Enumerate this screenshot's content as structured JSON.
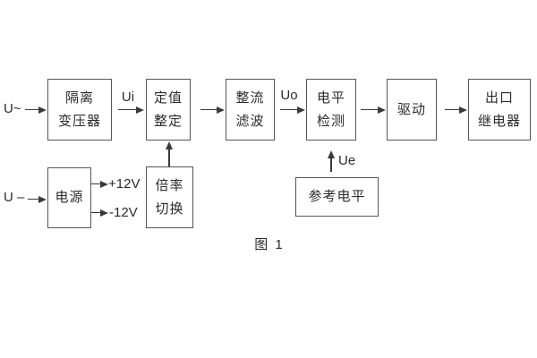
{
  "figure": {
    "caption": "图 1",
    "colors": {
      "line": "#3a3a3a",
      "border": "#565656",
      "text": "#2b2b2b",
      "background": "#ffffff"
    }
  },
  "blocks": [
    {
      "id": "isolation-transformer",
      "lines": [
        "隔离",
        "变压器"
      ]
    },
    {
      "id": "setting-adjustment",
      "lines": [
        "定值",
        "整定"
      ]
    },
    {
      "id": "rectifier-filter",
      "lines": [
        "整流",
        "滤波"
      ]
    },
    {
      "id": "level-detection",
      "lines": [
        "电平",
        "检测"
      ]
    },
    {
      "id": "driver",
      "lines": [
        "驱动"
      ]
    },
    {
      "id": "output-relay",
      "lines": [
        "出口",
        "继电器"
      ]
    },
    {
      "id": "power-supply",
      "lines": [
        "电源"
      ]
    },
    {
      "id": "ratio-switch",
      "lines": [
        "倍率",
        "切换"
      ]
    },
    {
      "id": "reference-level",
      "lines": [
        "参考电平"
      ]
    }
  ],
  "labels": {
    "input_ac": "U~",
    "input_dc": "U –",
    "ui": "Ui",
    "uo": "Uo",
    "ue": "Ue",
    "plus12v": "+12V",
    "minus12v": "-12V"
  }
}
